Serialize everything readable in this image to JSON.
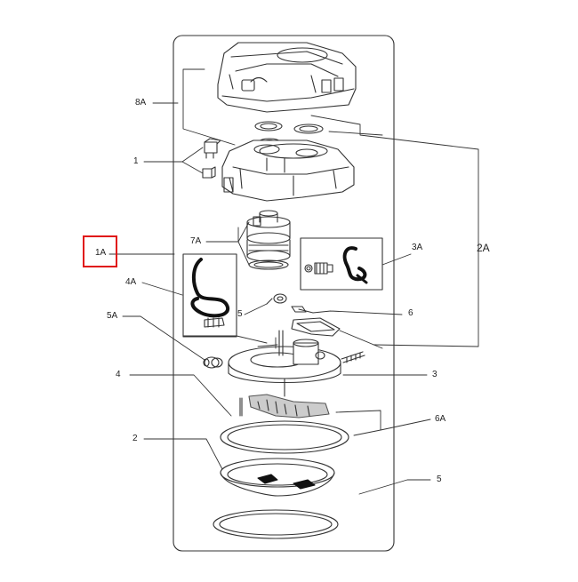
{
  "diagram": {
    "highlight_color": "#e01515",
    "labels": {
      "l_8A": "8A",
      "l_1": "1",
      "l_1A": "1A",
      "l_4A": "4A",
      "l_7A": "7A",
      "l_3A": "3A",
      "l_2A": "2A",
      "l_5a": "5",
      "l_6": "6",
      "l_5A": "5A",
      "l_3": "3",
      "l_4": "4",
      "l_6A": "6A",
      "l_2": "2",
      "l_5b": "5"
    },
    "highlighted_label": "1A"
  }
}
